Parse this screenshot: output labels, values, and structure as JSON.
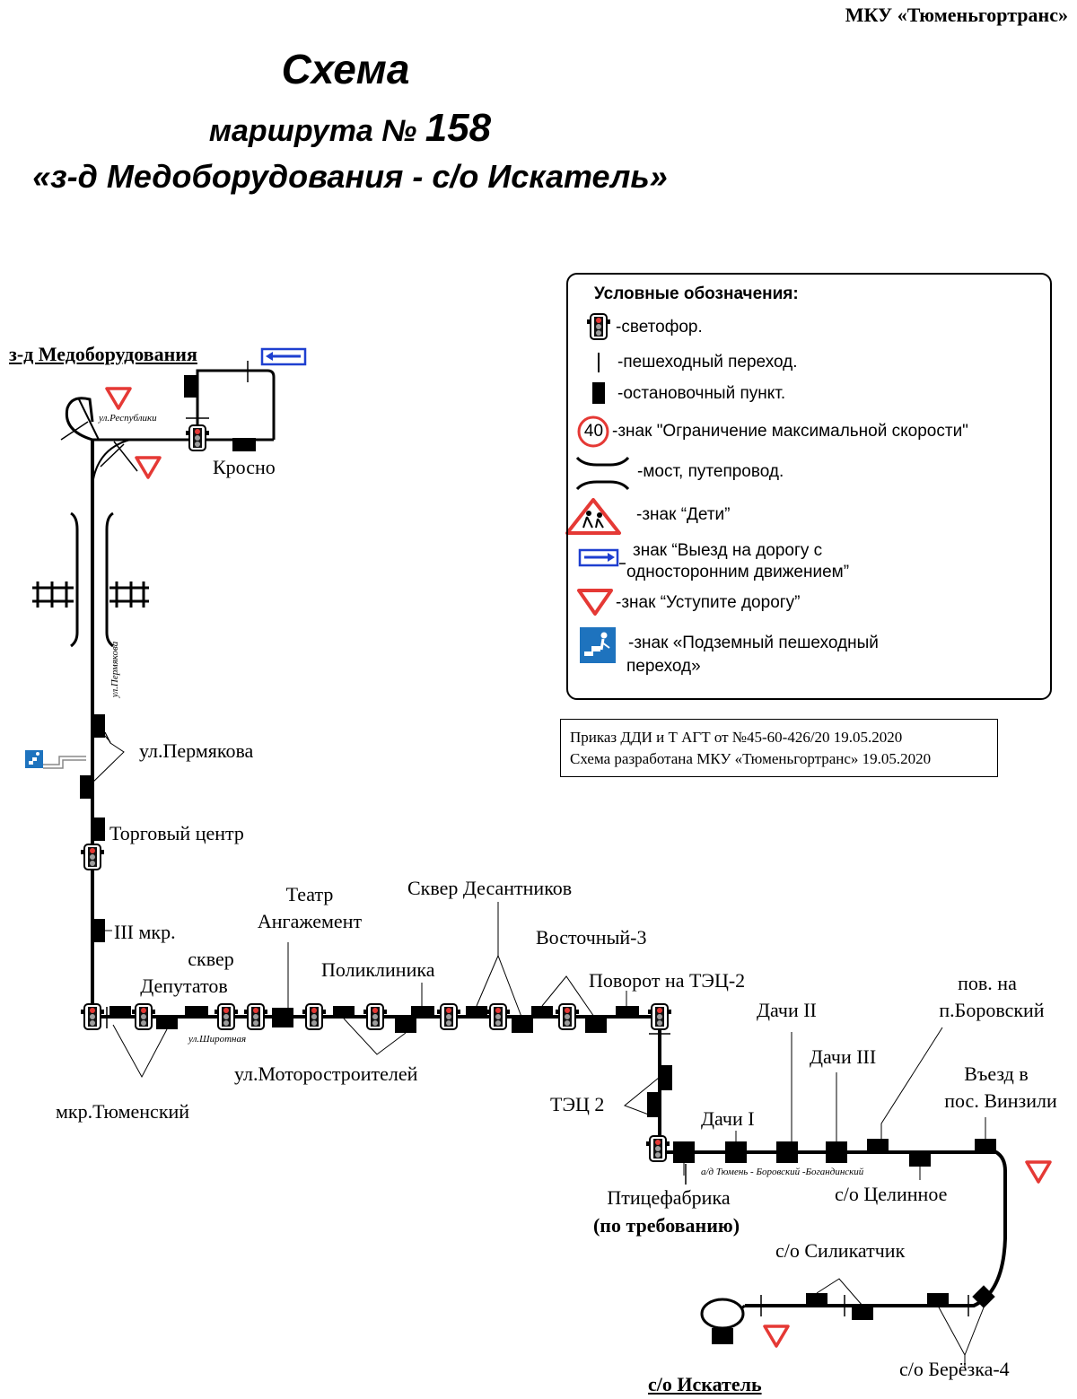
{
  "header": {
    "organization": "МКУ «Тюменьгортранс»",
    "title": "Схема",
    "subtitle_prefix": "маршрута №",
    "route_number": "158",
    "route_name": "«з-д Медоборудования - с/о Искатель»"
  },
  "legend": {
    "title": "Условные обозначения:",
    "items": [
      {
        "icon": "traffic-light-icon",
        "text": "-светофор."
      },
      {
        "icon": "crosswalk-icon",
        "text": "-пешеходный переход."
      },
      {
        "icon": "bus-stop-icon",
        "text": "-остановочный пункт."
      },
      {
        "icon": "speed-limit-icon",
        "value": "40",
        "text": "-знак \"Ограничение максимальной скорости\""
      },
      {
        "icon": "bridge-icon",
        "text": "-мост, путепровод."
      },
      {
        "icon": "children-sign-icon",
        "text": "-знак “Дети”"
      },
      {
        "icon": "one-way-exit-icon",
        "text": "знак “Выезд на дорогу с",
        "text2": "односторонним движением”"
      },
      {
        "icon": "yield-sign-icon",
        "text": "-знак “Уступите дорогу”"
      },
      {
        "icon": "underground-crossing-icon",
        "text": "-знак «Подземный пешеходный",
        "text2": "переход»"
      }
    ]
  },
  "order": {
    "line1": "Приказ ДДИ и Т АГТ от №45-60-426/20 19.05.2020",
    "line2": "Схема разработана МКУ «Тюменьгортранс» 19.05.2020"
  },
  "terminals": {
    "start": "з-д Медоборудования",
    "end": "с/о Искатель"
  },
  "streets": {
    "respubliki": "ул.Республики",
    "permyakova": "ул.Пермякова",
    "shirotnaya": "ул.Широтная",
    "highway": "а/д Тюмень - Боровский -Богандинский"
  },
  "stops": {
    "krosno": "Кросно",
    "permyakova": "ул.Пермякова",
    "trade_center": "Торговый центр",
    "third_mkr": "III мкр.",
    "skver_dep_1": "сквер",
    "skver_dep_2": "Депутатов",
    "teatr_1": "Театр",
    "teatr_2": "Ангажемент",
    "poliklinika": "Поликлиника",
    "skver_des": "Сквер Десантников",
    "vostochny": "Восточный-3",
    "povorot_tec": "Поворот на ТЭЦ-2",
    "tyumensky": "мкр.Тюменский",
    "motorostr": "ул.Моторостроителей",
    "tec2": "ТЭЦ 2",
    "dachi1": "Дачи I",
    "dachi2": "Дачи II",
    "dachi3": "Дачи III",
    "borovsky_1": "пов. на",
    "borovsky_2": "п.Боровский",
    "vinzili_1": "Въезд в",
    "vinzili_2": "пос. Винзили",
    "ptitsefabrika": "Птицефабрика",
    "on_demand": "(по требованию)",
    "tselinnoe": "с/о Целинное",
    "silikatchik": "с/о Силикатчик",
    "beryozka": "с/о Берёзка-4"
  }
}
